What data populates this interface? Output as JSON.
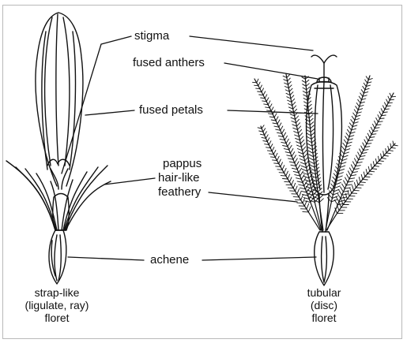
{
  "labels": {
    "stigma": "stigma",
    "fused_anthers": "fused anthers",
    "fused_petals": "fused petals",
    "pappus": "pappus",
    "hair_like": "hair-like",
    "feathery": "feathery",
    "achene": "achene"
  },
  "captions": {
    "left": [
      "strap-like",
      "(ligulate, ray)",
      "floret"
    ],
    "right": [
      "tubular",
      "(disc)",
      "floret"
    ]
  },
  "colors": {
    "ink": "#111111",
    "frame": "#b9b9b9",
    "background": "#ffffff"
  }
}
